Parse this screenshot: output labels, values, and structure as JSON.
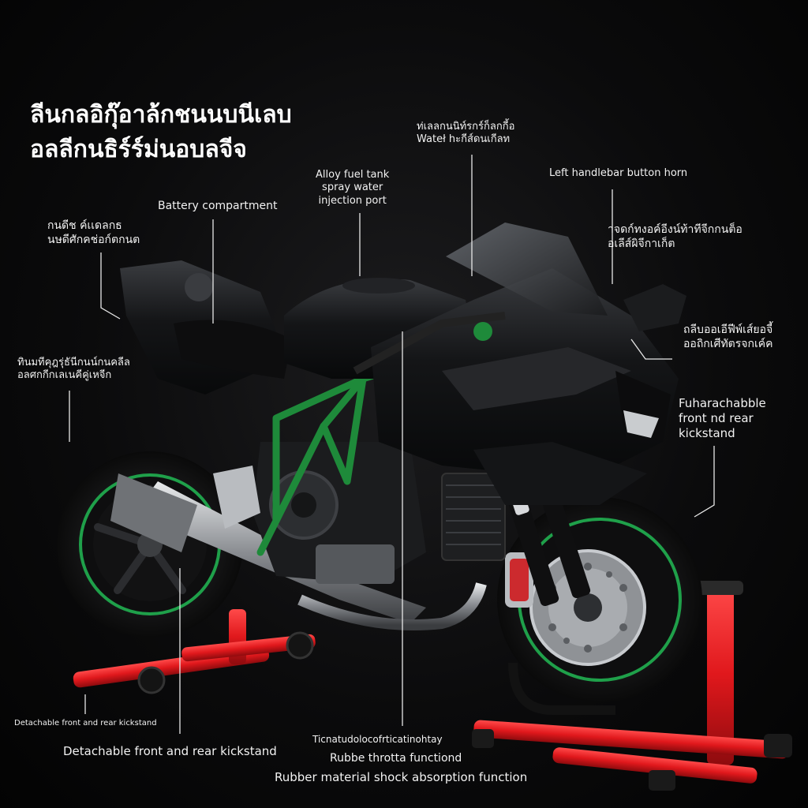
{
  "title": {
    "line1": "ลีนกลอิกุ๊อาล้กชนนบนีเลบ",
    "line2": "อลลีกนธิร์ร์ม่นอบลจีจ"
  },
  "callouts": {
    "thai_top_center": {
      "line1": "ท่เลลกนนิท์รกร์ก็ลกกี้อ",
      "line2": "Wateł hะกีส์ดนเกีลท"
    },
    "alloy_fuel_tank": {
      "line1": "Alloy fuel tank",
      "line2": "spray water",
      "line3": "injection port"
    },
    "battery_compartment": "Battery compartment",
    "left_handlebar": "Left handlebar button horn",
    "thai_left_upper": {
      "line1": "กนดีช ค์เเดลกธ",
      "line2": "นษดีศักคช่อก์ตกนต"
    },
    "thai_right_upper": {
      "line1": "าจดก์ทงอค์อีงน์ท้าทีจีกกนต็อ",
      "line2": "อเลีส์ผิจีกาเก็ต"
    },
    "thai_right_mid": {
      "line1": "ถลีบออเอีฟีพ์เส์ยอจี้",
      "line2": "ออถิกเศีทัตรจกเค์ค"
    },
    "thai_left_mid": {
      "line1": "ทินมทีคุฎรุ่ธันีกนน์กนคลีล",
      "line2": "อลศกกีกเลเนคีคู่เหจีก"
    },
    "right_kickstand": {
      "line1": "Fuharachabble",
      "line2": "front nd rear",
      "line3": "kickstand"
    },
    "small_kickstand": "Detachable front and rear kickstand",
    "kickstand": "Detachable front and rear kickstand",
    "garbled_bottom": "Ticnatudolocofrticatinohtay",
    "throttle": "Rubbe throtta functiond",
    "shock": "Rubber material shock absorption function"
  },
  "colors": {
    "background": "#050505",
    "body": "#111214",
    "frame": "#1e8a3a",
    "stand": "#e0181c",
    "chrome": "#b9bcc0",
    "rim_stripe": "#1fa04a"
  }
}
